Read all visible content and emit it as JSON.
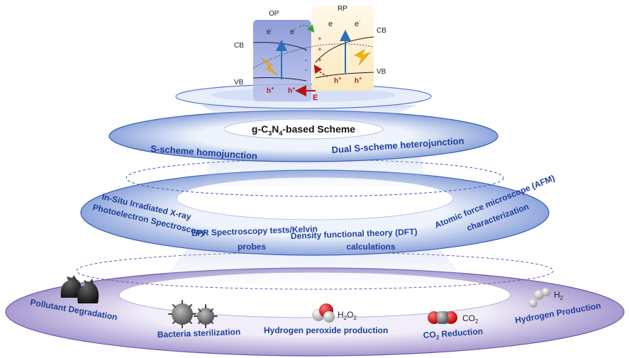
{
  "heterojunction": {
    "op_label": "OP",
    "rp_label": "RP",
    "cb_left": "CB",
    "vb_left": "VB",
    "cb_right": "CB",
    "vb_right": "VB",
    "electron": "e",
    "electron_sup": "-",
    "hole": "h",
    "hole_sup": "+",
    "field_label": "E",
    "plus": "+",
    "minus": "-"
  },
  "tier1": {
    "center": "g-C3N4-based Scheme",
    "center_parts": [
      "g-C",
      "3",
      "N",
      "4",
      "-based Scheme"
    ],
    "left": "S-scheme homojunction",
    "right": "Dual S-scheme  heterojunction"
  },
  "tier2": {
    "xps_line1": "In-Situ Irradiated X-ray",
    "xps_line2": "Photoelectron Spectroscopy",
    "epr_line1": "EPR Spectroscopy tests/Kelvin",
    "epr_line2": "probes",
    "dft_line1": "Density functional theory (DFT)",
    "dft_line2": "calculations",
    "afm_line1": "Atomic force microscope (AFM)",
    "afm_line2": "characterization"
  },
  "tier3": {
    "pollutant": "Pollutant Degradation",
    "bacteria": "Bacteria sterilization",
    "h2o2_label": "Hydrogen peroxide production",
    "h2o2_formula": [
      "H",
      "2",
      "O",
      "2"
    ],
    "co2_label": [
      "CO",
      "2",
      " Reduction"
    ],
    "co2_formula": [
      "CO",
      "2"
    ],
    "h2_label": "Hydrogen Production",
    "h2_formula": [
      "H",
      "2"
    ]
  },
  "colors": {
    "ring_fill": "#c9d6f0",
    "ring_edge": "#3a5bb5",
    "tier3_fill": "#d6cdea",
    "op_box": "#9aa6dc",
    "rp_box": "#fdf1d2",
    "text_blue": "#1f3f99",
    "hole_red": "#b01818",
    "lightning": "#f5b400"
  }
}
